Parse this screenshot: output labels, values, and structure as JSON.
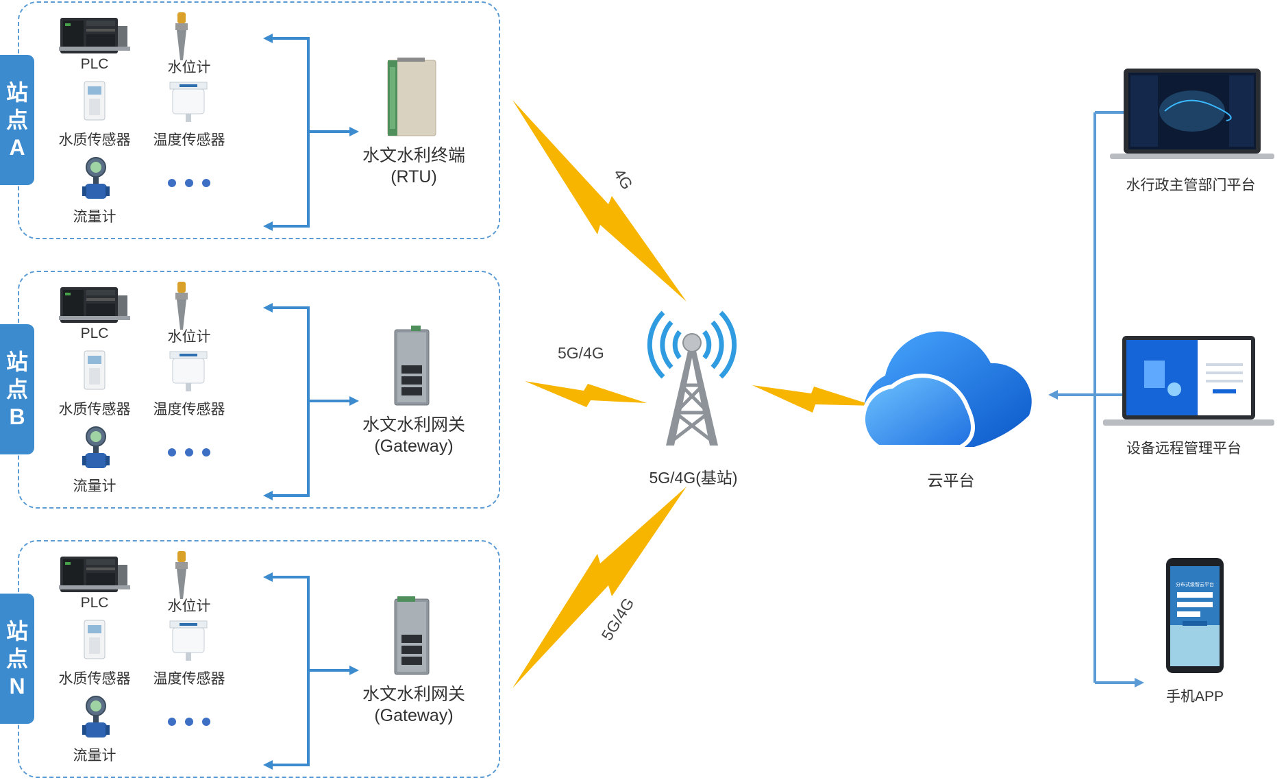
{
  "stations": [
    {
      "tab": [
        "站",
        "点",
        "A"
      ],
      "devices": {
        "plc": "PLC",
        "level": "水位计",
        "quality": "水质传感器",
        "temp": "温度传感器",
        "flow": "流量计"
      },
      "terminal": {
        "line1": "水文水利终端",
        "line2": "(RTU)"
      }
    },
    {
      "tab": [
        "站",
        "点",
        "B"
      ],
      "devices": {
        "plc": "PLC",
        "level": "水位计",
        "quality": "水质传感器",
        "temp": "温度传感器",
        "flow": "流量计"
      },
      "terminal": {
        "line1": "水文水利网关",
        "line2": "(Gateway)"
      }
    },
    {
      "tab": [
        "站",
        "点",
        "N"
      ],
      "devices": {
        "plc": "PLC",
        "level": "水位计",
        "quality": "水质传感器",
        "temp": "温度传感器",
        "flow": "流量计"
      },
      "terminal": {
        "line1": "水文水利网关",
        "line2": "(Gateway)"
      }
    }
  ],
  "links": {
    "a": "4G",
    "b": "5G/4G",
    "n": "5G/4G"
  },
  "tower": {
    "label": "5G/4G(基站)"
  },
  "cloud": {
    "label": "云平台"
  },
  "platforms": {
    "admin": "水行政主管部门平台",
    "remote": "设备远程管理平台",
    "app": "手机APP",
    "app_screen_title": "分布式级智云平台"
  },
  "colors": {
    "accent": "#3d8bcf",
    "bolt": "#f7b500",
    "dash": "#5a9bd5",
    "arrow": "#3d8bcf"
  }
}
